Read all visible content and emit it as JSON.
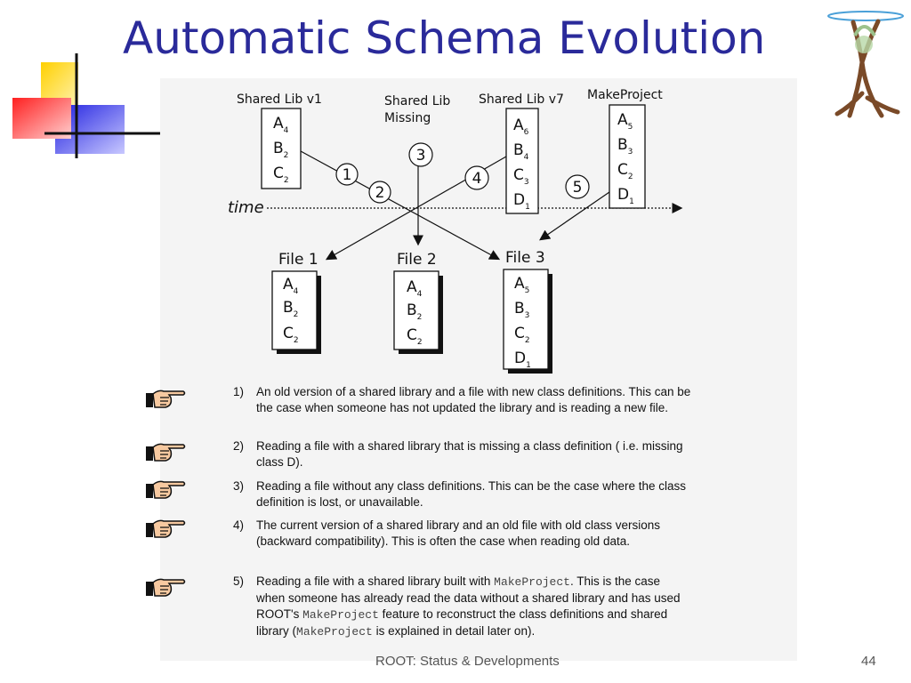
{
  "slide": {
    "title": "Automatic Schema Evolution",
    "footer": "ROOT: Status & Developments",
    "page_number": "44"
  },
  "diagram": {
    "time_label": "time",
    "libs": [
      {
        "label": "Shared Lib v1",
        "classes": [
          [
            "A",
            "4"
          ],
          [
            "B",
            "2"
          ],
          [
            "C",
            "2"
          ]
        ]
      },
      {
        "label1": "Shared Lib",
        "label2": "Missing"
      },
      {
        "label": "Shared Lib v7",
        "classes": [
          [
            "A",
            "6"
          ],
          [
            "B",
            "4"
          ],
          [
            "C",
            "3"
          ],
          [
            "D",
            "1"
          ]
        ]
      },
      {
        "label": "MakeProject",
        "classes": [
          [
            "A",
            "5"
          ],
          [
            "B",
            "3"
          ],
          [
            "C",
            "2"
          ],
          [
            "D",
            "1"
          ]
        ]
      }
    ],
    "files": [
      {
        "label": "File 1",
        "classes": [
          [
            "A",
            "4"
          ],
          [
            "B",
            "2"
          ],
          [
            "C",
            "2"
          ]
        ]
      },
      {
        "label": "File 2",
        "classes": [
          [
            "A",
            "4"
          ],
          [
            "B",
            "2"
          ],
          [
            "C",
            "2"
          ]
        ]
      },
      {
        "label": "File 3",
        "classes": [
          [
            "A",
            "5"
          ],
          [
            "B",
            "3"
          ],
          [
            "C",
            "2"
          ],
          [
            "D",
            "1"
          ]
        ]
      }
    ],
    "circles": [
      "1",
      "2",
      "3",
      "4",
      "5"
    ]
  },
  "items": [
    {
      "num": "1)",
      "text": "An old version of a shared library and a file with new class definitions. This can be the case when someone has not updated the library and is reading a new file."
    },
    {
      "num": "2)",
      "text": "Reading a file with a shared library that is missing a class definition ( i.e. missing class D)."
    },
    {
      "num": "3)",
      "text": "Reading a file without any class definitions. This can be the case where the class definition is lost, or unavailable."
    },
    {
      "num": "4)",
      "text": "The current version of a shared library and an old file with old class versions (backward compatibility). This is often the case when reading old data."
    },
    {
      "num": "5)",
      "p1": "Reading a file with a shared library built with ",
      "code1": "MakeProject",
      "p2": ". This is the case when someone has already read the data without a shared library and has used ROOT's ",
      "code2": "MakeProject",
      "p3": " feature to reconstruct the class definitions and shared library (",
      "code3": "MakeProject",
      "p4": " is explained in detail later on)."
    }
  ]
}
